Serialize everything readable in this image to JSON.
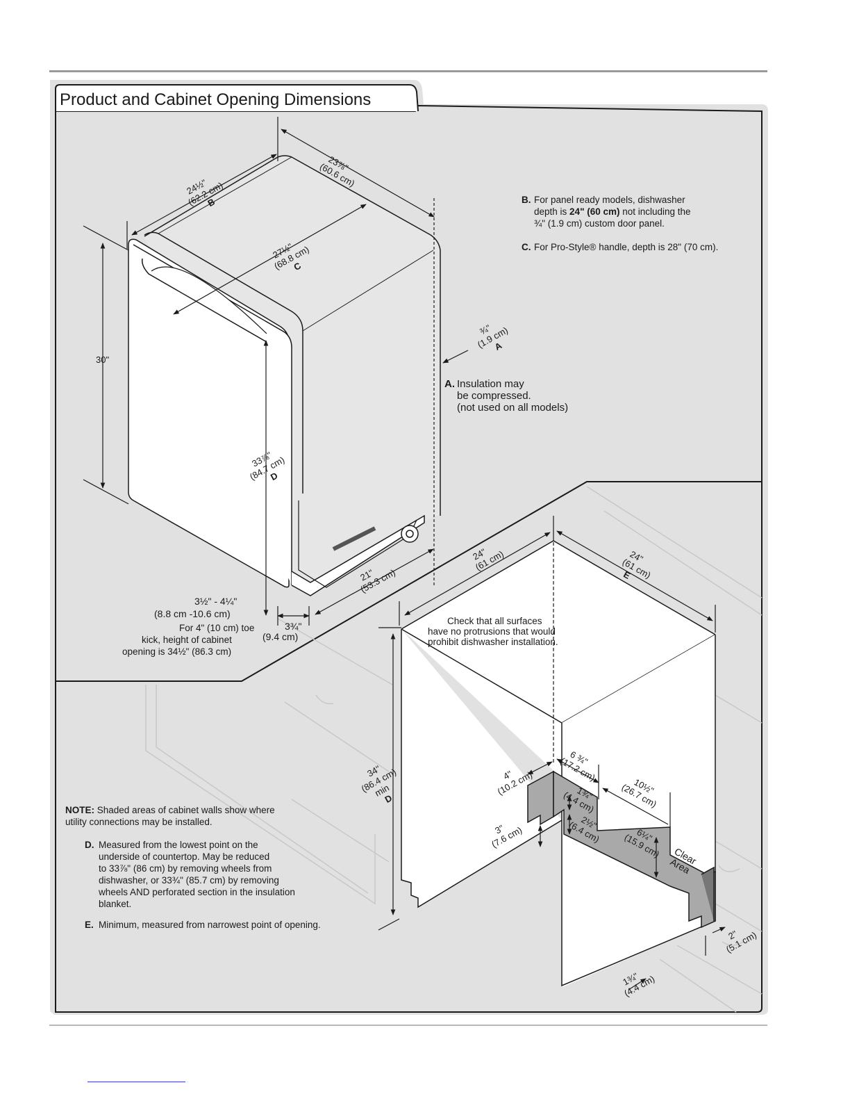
{
  "section_title": "Product and Cabinet Opening Dimensions",
  "notes": {
    "b_letter": "B.",
    "b_line1": "For panel ready models, dishwasher",
    "b_line2_pre": "depth is ",
    "b_line2_bold": "24\" (60 cm)",
    "b_line2_post": " not including the",
    "b_line3": "¾\" (1.9 cm) custom door panel.",
    "c_letter": "C.",
    "c_text": "For Pro-Style® handle, depth is 28\" (70 cm).",
    "a_letter": "A.",
    "a_line1": "Insulation may",
    "a_line2": "be compressed.",
    "a_line3": "(not used on all models)",
    "note_label": "NOTE:",
    "note_line1": "Shaded areas of cabinet walls show where",
    "note_line2": "utility connections may be installed.",
    "d_letter": "D.",
    "d_line1": "Measured from the lowest point on the",
    "d_line2": "underside of countertop. May be reduced",
    "d_line3": "to 33⅞\" (86 cm) by removing wheels from",
    "d_line4": "dishwasher, or 33¾\" (85.7 cm) by removing",
    "d_line5": "wheels AND perforated section in the insulation",
    "d_line6": "blanket.",
    "e_letter": "E.",
    "e_text": "Minimum, measured from narrowest point of opening.",
    "check_line1": "Check that all surfaces",
    "check_line2": "have no protrusions that would",
    "check_line3": "prohibit dishwasher installation.",
    "toe_line1": "For 4\" (10 cm) toe",
    "toe_line2": "kick, height of cabinet",
    "toe_line3": "opening is 34½\" (86.3 cm)"
  },
  "dimensions": {
    "width_top": "23⅞\"",
    "width_top_cm": "(60.6 cm)",
    "depth_b": "24½\"",
    "depth_b_cm": "(62.2 cm)",
    "depth_b_letter": "B",
    "depth_c": "27½\"",
    "depth_c_cm": "(68.8 cm)",
    "depth_c_letter": "C",
    "height_30": "30\"",
    "height_d": "33⅞\"",
    "height_d_cm": "(84.7 cm)",
    "height_d_letter": "D",
    "insul_a": "¾\"",
    "insul_a_cm": "(1.9 cm)",
    "insul_a_letter": "A",
    "base_21": "21\"",
    "base_21_cm": "(53.3 cm)",
    "toe_range": "3½\" - 4¼\"",
    "toe_range_cm": "(8.8 cm -10.6 cm)",
    "toe_depth": "3¾\"",
    "toe_depth_cm": "(9.4 cm)",
    "open_w": "24\"",
    "open_w_cm": "(61 cm)",
    "open_d": "24\"",
    "open_d_cm": "(61 cm)",
    "open_d_letter": "E",
    "open_h": "34\"",
    "open_h_cm": "(86.4 cm)",
    "open_h_min": "min",
    "open_h_letter": "D",
    "s_634": "6 ¾\"",
    "s_634_cm": "(17.2 cm)",
    "s_4": "4\"",
    "s_4_cm": "(10.2 cm)",
    "s_134": "1¾\"",
    "s_134_cm": "(4.4 cm)",
    "s_1012": "10½\"",
    "s_1012_cm": "(26.7 cm)",
    "s_3": "3\"",
    "s_3_cm": "(7.6 cm)",
    "s_212": "2½\"",
    "s_212_cm": "(6.4 cm)",
    "s_614": "6¼\"",
    "s_614_cm": "(15.9 cm)",
    "clear_1": "Clear",
    "clear_2": "Area",
    "s_2": "2\"",
    "s_2_cm": "(5.1 cm)",
    "s_134b": "1¾\"",
    "s_134b_cm": "(4.4 cm)"
  },
  "colors": {
    "panel": "#e1e1e1",
    "wall": "#ffffff",
    "shade": "#a9a9a9",
    "ink": "#1a1a1a"
  }
}
